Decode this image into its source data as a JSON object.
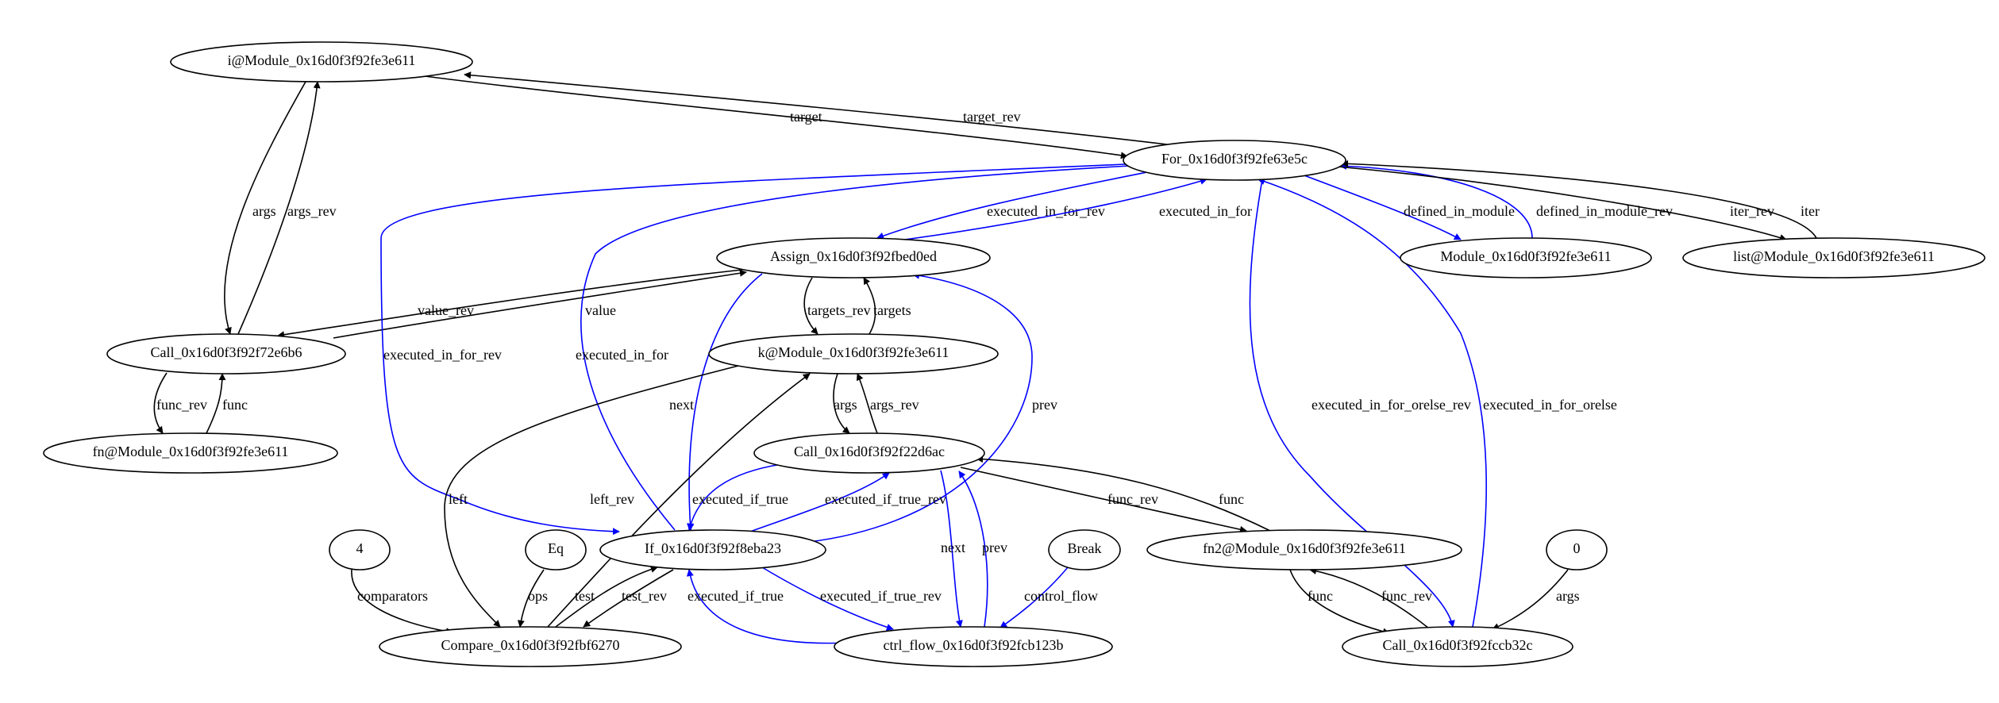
{
  "colors": {
    "black": "#000000",
    "blue": "#0000ff",
    "background": "#ffffff"
  },
  "nodes": [
    {
      "id": "i_module",
      "label": "i@Module_0x16d0f3f92fe3e611"
    },
    {
      "id": "for",
      "label": "For_0x16d0f3f92fe63e5c"
    },
    {
      "id": "assign",
      "label": "Assign_0x16d0f3f92fbed0ed"
    },
    {
      "id": "module",
      "label": "Module_0x16d0f3f92fe3e611"
    },
    {
      "id": "list_module",
      "label": "list@Module_0x16d0f3f92fe3e611"
    },
    {
      "id": "call_72e6b6",
      "label": "Call_0x16d0f3f92f72e6b6"
    },
    {
      "id": "k_module",
      "label": "k@Module_0x16d0f3f92fe3e611"
    },
    {
      "id": "fn_module",
      "label": "fn@Module_0x16d0f3f92fe3e611"
    },
    {
      "id": "call_22d6ac",
      "label": "Call_0x16d0f3f92f22d6ac"
    },
    {
      "id": "four",
      "label": "4"
    },
    {
      "id": "eq",
      "label": "Eq"
    },
    {
      "id": "if",
      "label": "If_0x16d0f3f92f8eba23"
    },
    {
      "id": "break",
      "label": "Break"
    },
    {
      "id": "fn2_module",
      "label": "fn2@Module_0x16d0f3f92fe3e611"
    },
    {
      "id": "zero",
      "label": "0"
    },
    {
      "id": "compare",
      "label": "Compare_0x16d0f3f92fbf6270"
    },
    {
      "id": "ctrl_flow",
      "label": "ctrl_flow_0x16d0f3f92fcb123b"
    },
    {
      "id": "call_fccb32c",
      "label": "Call_0x16d0f3f92fccb32c"
    }
  ],
  "edges": [
    {
      "id": "e_target",
      "label": "target",
      "color": "black"
    },
    {
      "id": "e_target_rev",
      "label": "target_rev",
      "color": "black"
    },
    {
      "id": "e_args_i",
      "label": "args",
      "color": "black"
    },
    {
      "id": "e_args_rev_i",
      "label": "args_rev",
      "color": "black"
    },
    {
      "id": "e_executed_in_for_rev_assign",
      "label": "executed_in_for_rev",
      "color": "blue"
    },
    {
      "id": "e_executed_in_for_assign",
      "label": "executed_in_for",
      "color": "blue"
    },
    {
      "id": "e_defined_in_module",
      "label": "defined_in_module",
      "color": "blue"
    },
    {
      "id": "e_defined_in_module_rev",
      "label": "defined_in_module_rev",
      "color": "blue"
    },
    {
      "id": "e_iter_rev",
      "label": "iter_rev",
      "color": "black"
    },
    {
      "id": "e_iter",
      "label": "iter",
      "color": "black"
    },
    {
      "id": "e_value_rev",
      "label": "value_rev",
      "color": "black"
    },
    {
      "id": "e_value",
      "label": "value",
      "color": "black"
    },
    {
      "id": "e_targets_rev",
      "label": "targets_rev",
      "color": "black"
    },
    {
      "id": "e_targets",
      "label": "targets",
      "color": "black"
    },
    {
      "id": "e_executed_in_for_rev_if",
      "label": "executed_in_for_rev",
      "color": "blue"
    },
    {
      "id": "e_executed_in_for_if",
      "label": "executed_in_for",
      "color": "blue"
    },
    {
      "id": "e_next_assign_if",
      "label": "next",
      "color": "blue"
    },
    {
      "id": "e_prev_if_assign",
      "label": "prev",
      "color": "blue"
    },
    {
      "id": "e_func_rev_72e6b6",
      "label": "func_rev",
      "color": "black"
    },
    {
      "id": "e_func_72e6b6",
      "label": "func",
      "color": "black"
    },
    {
      "id": "e_args_k",
      "label": "args",
      "color": "black"
    },
    {
      "id": "e_args_rev_k",
      "label": "args_rev",
      "color": "black"
    },
    {
      "id": "e_left",
      "label": "left",
      "color": "black"
    },
    {
      "id": "e_left_rev",
      "label": "left_rev",
      "color": "black"
    },
    {
      "id": "e_executed_if_true_call",
      "label": "executed_if_true",
      "color": "blue"
    },
    {
      "id": "e_executed_if_true_rev_call",
      "label": "executed_if_true_rev",
      "color": "blue"
    },
    {
      "id": "e_func_rev_fn2",
      "label": "func_rev",
      "color": "black"
    },
    {
      "id": "e_func_fn2",
      "label": "func",
      "color": "black"
    },
    {
      "id": "e_next_call_ctrl",
      "label": "next",
      "color": "blue"
    },
    {
      "id": "e_prev_ctrl_call",
      "label": "prev",
      "color": "blue"
    },
    {
      "id": "e_executed_in_for_orelse_rev",
      "label": "executed_in_for_orelse_rev",
      "color": "blue"
    },
    {
      "id": "e_executed_in_for_orelse",
      "label": "executed_in_for_orelse",
      "color": "blue"
    },
    {
      "id": "e_comparators",
      "label": "comparators",
      "color": "black"
    },
    {
      "id": "e_ops",
      "label": "ops",
      "color": "black"
    },
    {
      "id": "e_test",
      "label": "test",
      "color": "black"
    },
    {
      "id": "e_test_rev",
      "label": "test_rev",
      "color": "black"
    },
    {
      "id": "e_executed_if_true_rev_ctrl",
      "label": "executed_if_true_rev",
      "color": "blue"
    },
    {
      "id": "e_executed_if_true_ctrl",
      "label": "executed_if_true",
      "color": "blue"
    },
    {
      "id": "e_control_flow",
      "label": "control_flow",
      "color": "blue"
    },
    {
      "id": "e_func_fccb32c",
      "label": "func",
      "color": "black"
    },
    {
      "id": "e_func_rev_fccb32c",
      "label": "func_rev",
      "color": "black"
    },
    {
      "id": "e_args_zero",
      "label": "args",
      "color": "black"
    }
  ]
}
